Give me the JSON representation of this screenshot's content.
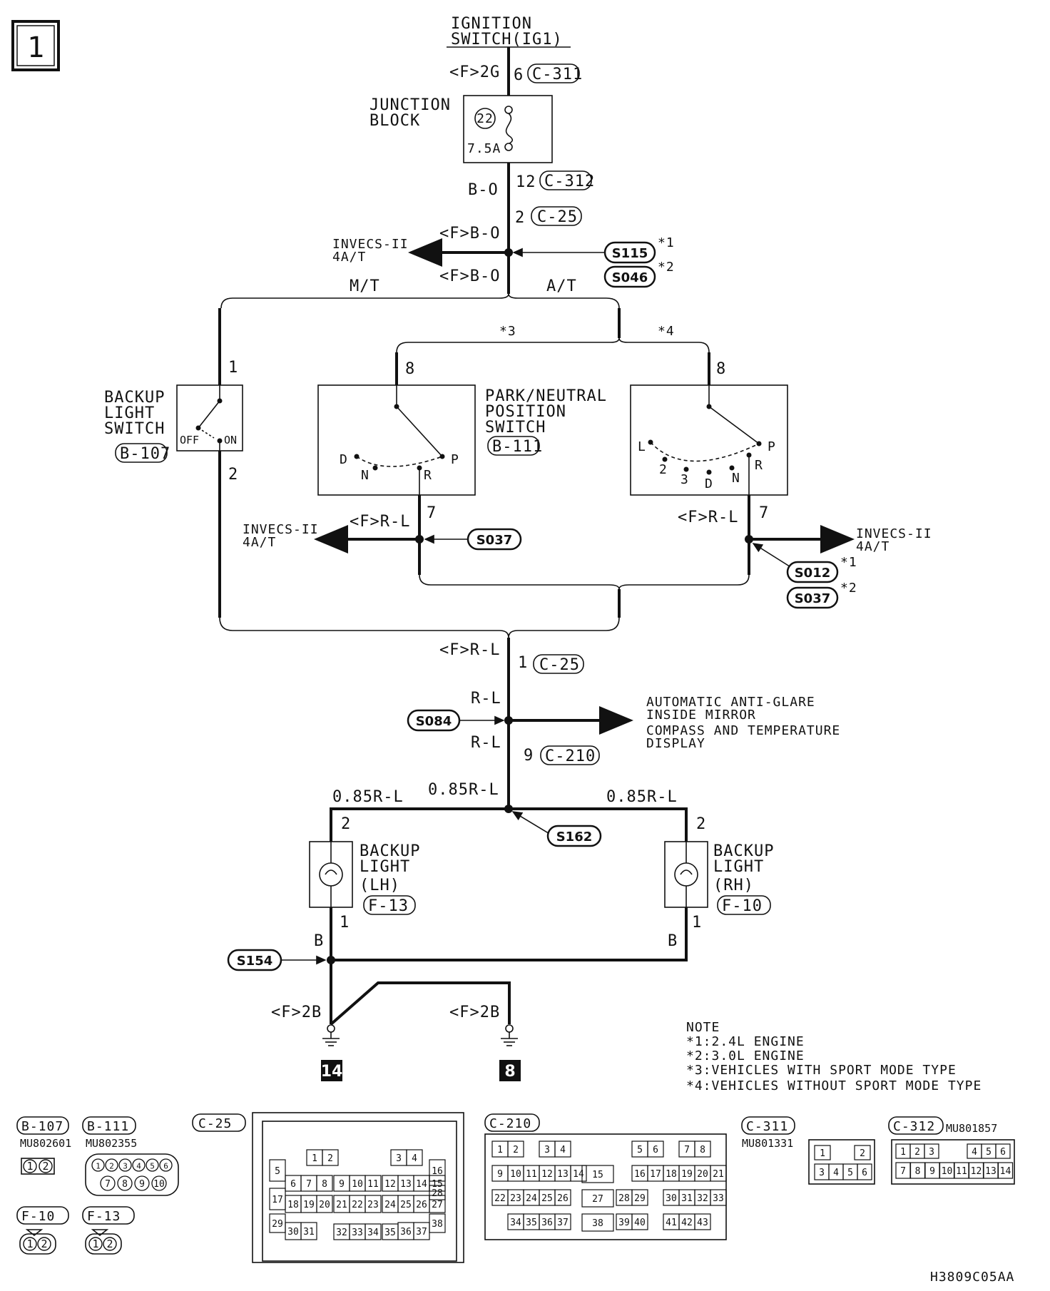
{
  "page_number": "1",
  "diagram_code": "H3809C05AA",
  "ignition": {
    "line1": "IGNITION",
    "line2": "SWITCH(IG1)"
  },
  "junction_block": {
    "line1": "JUNCTION",
    "line2": "BLOCK",
    "fuse_no": "22",
    "rating": "7.5A"
  },
  "labels": {
    "f2g": "<F>2G",
    "pin6": "6",
    "c311": "C-311",
    "pin12": "12",
    "c312": "C-312",
    "b_o": "B-O",
    "pin2_c25": "2",
    "c25": "C-25",
    "f_b_o": "<F>B-O",
    "invecs_a1": "INVECS-II",
    "invecs_a2": "4A/T",
    "s115": "S115",
    "s046": "S046",
    "star1": "*1",
    "star2": "*2",
    "mt": "M/T",
    "at": "A/T",
    "star3": "*3",
    "star4": "*4",
    "backup_sw1": "BACKUP",
    "backup_sw2": "LIGHT",
    "backup_sw3": "SWITCH",
    "b107": "B-107",
    "pin1": "1",
    "pin2": "2",
    "off": "OFF",
    "on": "ON",
    "pin8": "8",
    "pin7": "7",
    "pns1": "PARK/NEUTRAL",
    "pns2": "POSITION",
    "pns3": "SWITCH",
    "b111": "B-111",
    "pos_d": "D",
    "pos_n": "N",
    "pos_r": "R",
    "pos_p": "P",
    "pos_l": "L",
    "pos_2": "2",
    "pos_3": "3",
    "f_r_l": "<F>R-L",
    "s037": "S037",
    "s012": "S012",
    "r_l": "R-L",
    "s084": "S084",
    "auto_mirror1": "AUTOMATIC ANTI-GLARE",
    "auto_mirror2": "INSIDE MIRROR",
    "compass1": "COMPASS AND TEMPERATURE",
    "compass2": "DISPLAY",
    "pin9": "9",
    "c210": "C-210",
    "w085": "0.85R-L",
    "s162": "S162",
    "bl1": "BACKUP",
    "bl2": "LIGHT",
    "lh": "(LH)",
    "rh": "(RH)",
    "f13": "F-13",
    "f10": "F-10",
    "b": "B",
    "s154": "S154",
    "f2b": "<F>2B",
    "ground14": "14",
    "ground8": "8"
  },
  "notes": {
    "title": "NOTE",
    "n1": "*1:2.4L ENGINE",
    "n2": "*2:3.0L ENGINE",
    "n3": "*3:VEHICLES WITH SPORT MODE TYPE",
    "n4": "*4:VEHICLES WITHOUT SPORT MODE TYPE"
  },
  "connectors": {
    "b107": {
      "id": "B-107",
      "part": "MU802601"
    },
    "b111": {
      "id": "B-111",
      "part": "MU802355"
    },
    "c25": {
      "id": "C-25"
    },
    "c210": {
      "id": "C-210"
    },
    "c311": {
      "id": "C-311",
      "part": "MU801331"
    },
    "c312": {
      "id": "C-312",
      "part": "MU801857"
    },
    "f10": {
      "id": "F-10"
    },
    "f13": {
      "id": "F-13"
    }
  },
  "pins": {
    "b107": [
      "1",
      "2"
    ],
    "b111": [
      "1",
      "2",
      "3",
      "4",
      "5",
      "6",
      "7",
      "8",
      "9",
      "10"
    ],
    "f10": [
      "1",
      "2"
    ],
    "f13": [
      "1",
      "2"
    ],
    "c311_top": [
      "1",
      "2"
    ],
    "c311_bottom": [
      "3",
      "4",
      "5",
      "6"
    ],
    "c312_top": [
      "1",
      "2",
      "3",
      "4",
      "5",
      "6"
    ],
    "c312_bottom": [
      "7",
      "8",
      "9",
      "10",
      "11",
      "12",
      "13",
      "14"
    ],
    "c25": [
      "1",
      "2",
      "3",
      "4",
      "5",
      "6",
      "7",
      "8",
      "9",
      "10",
      "11",
      "12",
      "13",
      "14",
      "15",
      "16",
      "17",
      "18",
      "19",
      "20",
      "21",
      "22",
      "23",
      "24",
      "25",
      "26",
      "27",
      "28",
      "29",
      "30",
      "31",
      "32",
      "33",
      "34",
      "35",
      "36",
      "37",
      "38"
    ],
    "c210": [
      "1",
      "2",
      "3",
      "4",
      "5",
      "6",
      "7",
      "8",
      "9",
      "10",
      "11",
      "12",
      "13",
      "14",
      "15",
      "16",
      "17",
      "18",
      "19",
      "20",
      "21",
      "22",
      "23",
      "24",
      "25",
      "26",
      "27",
      "28",
      "29",
      "30",
      "31",
      "32",
      "33",
      "34",
      "35",
      "36",
      "37",
      "38",
      "39",
      "40",
      "41",
      "42",
      "43"
    ]
  }
}
